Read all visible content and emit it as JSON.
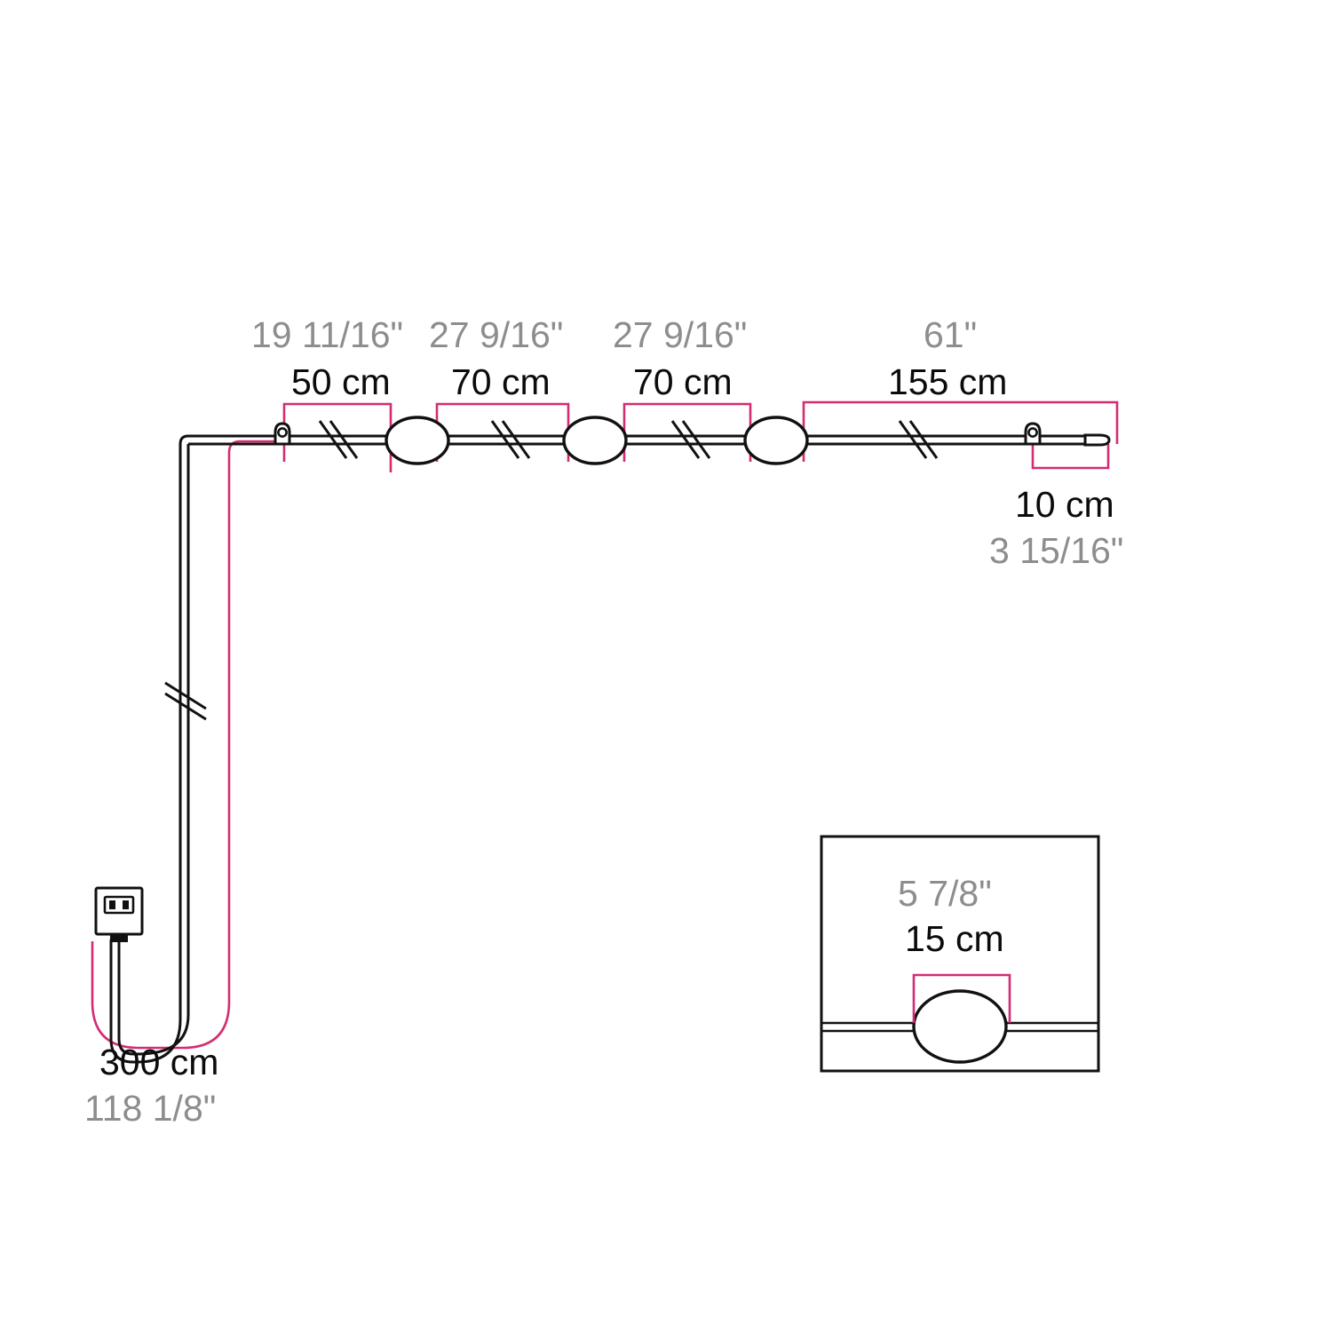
{
  "diagram": {
    "title": "String light cable dimension drawing",
    "colors": {
      "cable": "#111111",
      "dimension_bracket": "#D42C72",
      "metric_text": "#0b0b0b",
      "imperial_text": "#8d8d8d",
      "background": "#ffffff"
    },
    "segments": [
      {
        "id": "segment-1",
        "metric": "50 cm",
        "imperial": "19 11/16\"",
        "note": "hook to first bulb"
      },
      {
        "id": "segment-2",
        "metric": "70 cm",
        "imperial": "27 9/16\"",
        "note": "bulb 1 to bulb 2"
      },
      {
        "id": "segment-3",
        "metric": "70 cm",
        "imperial": "27 9/16\"",
        "note": "bulb 2 to bulb 3"
      },
      {
        "id": "segment-4",
        "metric": "155 cm",
        "imperial": "61\"",
        "note": "bulb 3 to end hook"
      },
      {
        "id": "segment-tail",
        "metric": "10 cm",
        "imperial": "3 15/16\"",
        "note": "end hook to cable tip"
      },
      {
        "id": "segment-power-cord",
        "metric": "300 cm",
        "imperial": "118 1/8\"",
        "note": "plug lead length"
      }
    ],
    "detail_inset": {
      "id": "bulb-detail",
      "metric": "15 cm",
      "imperial": "5 7/8\"",
      "note": "bulb diameter detail view"
    },
    "icons": {
      "plug": "power-plug-icon",
      "bulb": "bulb-icon",
      "hook": "hook-icon",
      "break": "cable-break-icon"
    },
    "bulb_count": 3,
    "hook_count": 2
  }
}
